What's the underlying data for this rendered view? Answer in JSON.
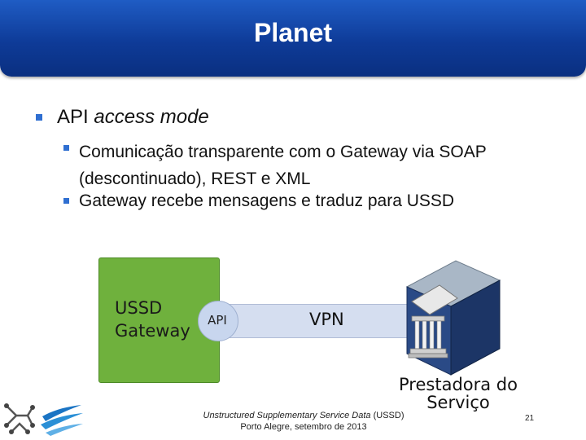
{
  "title": "Planet",
  "bullets": {
    "main_prefix": "API ",
    "main_emph": "access mode",
    "sub1": "Comunicação transparente com o Gateway via SOAP (descontinuado), REST e XML",
    "sub2": "Gateway recebe mensagens e traduz para USSD"
  },
  "diagram": {
    "gateway_line1": "USSD",
    "gateway_line2": "Gateway",
    "api_label": "API",
    "vpn_label": "VPN",
    "provider_line1": "Prestadora do",
    "provider_line2": "Serviço",
    "gateway_color": "#6fb13d",
    "vpn_color": "#d5def0"
  },
  "footer": {
    "line1_emph": "Unstructured Supplementary Service Data",
    "line1_rest": " (USSD)",
    "line2": "Porto Alegre, setembro de 2013",
    "page": "21"
  },
  "icons": {
    "bullet": "square-bullet-icon",
    "server": "server-bank-icon",
    "logo_left": "network-nodes-logo-icon",
    "logo_right": "blue-swoosh-logo-icon"
  },
  "colors": {
    "title_bar": "#0e3b98",
    "bullet": "#2f6fd1"
  }
}
